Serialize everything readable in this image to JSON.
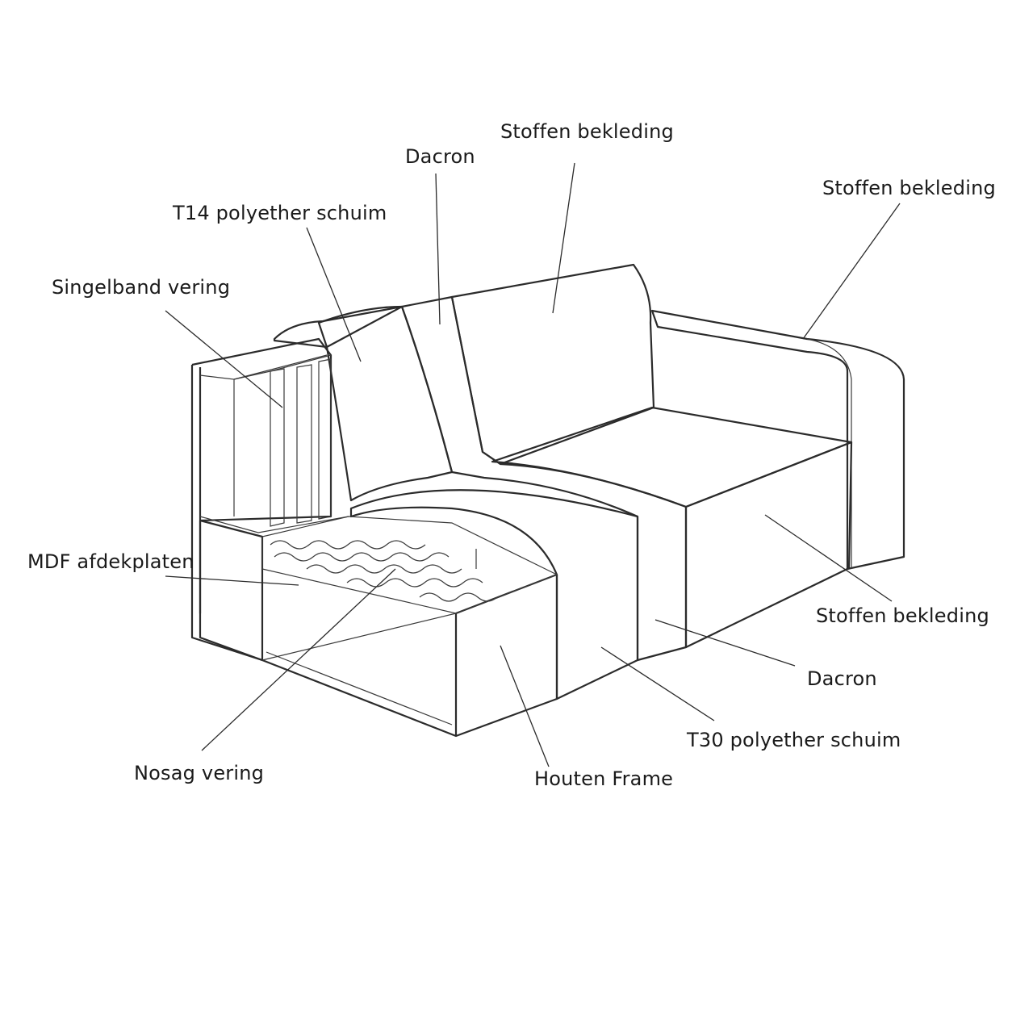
{
  "labels": {
    "stoffen_back": "Stoffen  bekleding",
    "stoffen_arm": "Stoffen  bekleding",
    "stoffen_seat": "Stoffen  bekleding",
    "dacron_top": "Dacron",
    "dacron_bottom": "Dacron",
    "t14": "T14 polyether schuim",
    "t30": "T30 polyether schuim",
    "singelband": "Singelband vering",
    "mdf": "MDF afdekplaten",
    "nosag": "Nosag vering",
    "houten": "Houten Frame"
  },
  "colors": {
    "line": "#2b2b2b",
    "dacron_fill": "#d4d4d4",
    "hatch": "#9a9a9a",
    "background": "#ffffff"
  }
}
